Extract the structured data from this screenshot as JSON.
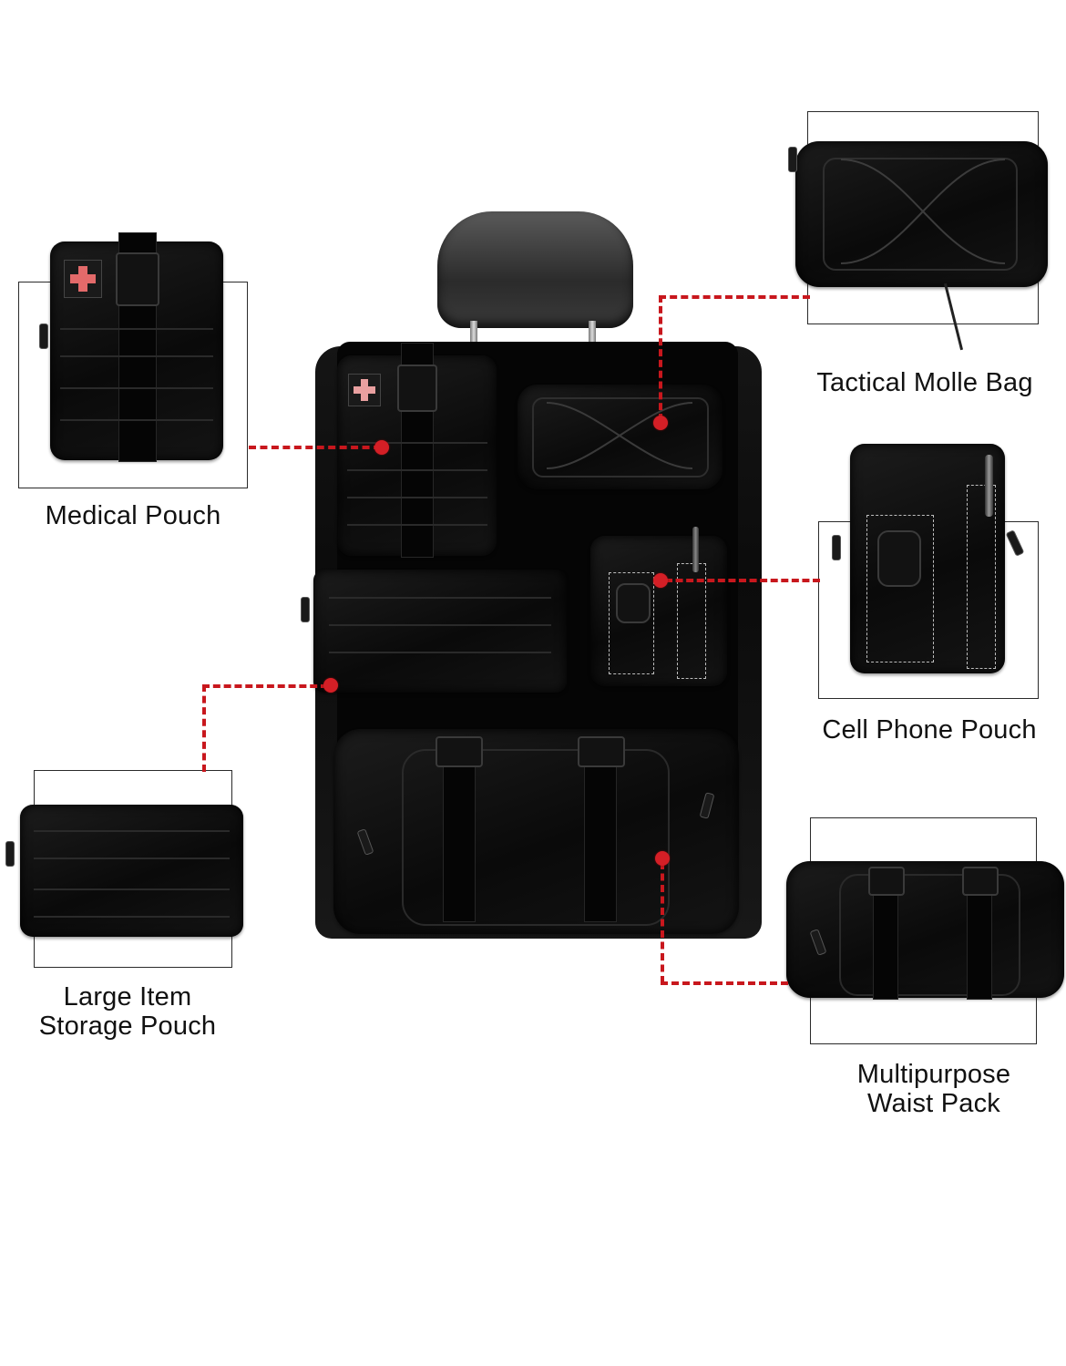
{
  "product": {
    "subject": "car seat back organizer with detachable molle pouches",
    "colors": {
      "leader_line": "#c8171d",
      "leader_dot": "#d41f26",
      "frame": "#2a2a2a",
      "text": "#111111",
      "bag": "#0a0a0a"
    }
  },
  "callouts": [
    {
      "id": "medical-pouch",
      "label": "Medical Pouch",
      "side": "left"
    },
    {
      "id": "tactical-molle-bag",
      "label": "Tactical Molle Bag",
      "side": "right"
    },
    {
      "id": "cell-phone-pouch",
      "label": "Cell Phone Pouch",
      "side": "right"
    },
    {
      "id": "large-item-storage-pouch",
      "label_line1": "Large Item",
      "label_line2": "Storage Pouch",
      "side": "left"
    },
    {
      "id": "multipurpose-waist-pack",
      "label_line1": "Multipurpose",
      "label_line2": "Waist Pack",
      "side": "right"
    }
  ]
}
